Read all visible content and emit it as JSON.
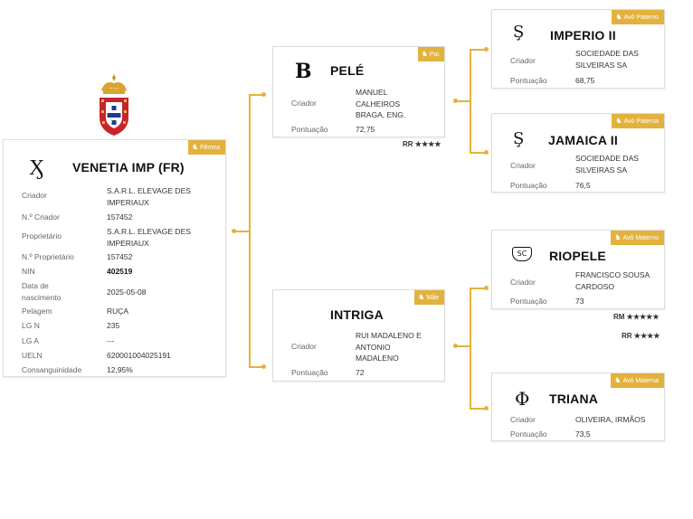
{
  "tags": {
    "main": "Fêmea",
    "sire": "Pai",
    "dam": "Mãe",
    "paternal_grandsire": "Avô Paterno",
    "paternal_grandmother": "Avó Paterna",
    "maternal_grandsire": "Avô Materno",
    "maternal_grandmother": "Avó Materna"
  },
  "main": {
    "name": "VENETIA IMP (FR)",
    "brand": "Ӽ",
    "fields": [
      {
        "label": "Criador",
        "value": "S.A.R.L. ELEVAGE DES IMPERIAUX"
      },
      {
        "label": "N.º Criador",
        "value": "157452"
      },
      {
        "label": "Proprietário",
        "value": "S.A.R.L. ELEVAGE DES IMPERIAUX"
      },
      {
        "label": "N.º Proprietário",
        "value": "157452"
      },
      {
        "label": "NIN",
        "value": "402519"
      },
      {
        "label": "Data de nascimento",
        "value": "2025-05-08"
      },
      {
        "label": "Pelagem",
        "value": "RUÇA"
      },
      {
        "label": "LG N",
        "value": "235"
      },
      {
        "label": "LG A",
        "value": "---"
      },
      {
        "label": "UELN",
        "value": "620001004025191"
      },
      {
        "label": "Consanguinidade",
        "value": "12,95%"
      }
    ]
  },
  "sire": {
    "name": "PELÉ",
    "brand": "B",
    "breeder_label": "Criador",
    "breeder": "MANUEL CALHEIROS BRAGA, ENG.",
    "score_label": "Pontuação",
    "score": "72,75",
    "rating": "RR ★★★★"
  },
  "dam": {
    "name": "INTRIGA",
    "breeder_label": "Criador",
    "breeder": "RUI MADALENO E ANTONIO MADALENO",
    "score_label": "Pontuação",
    "score": "72"
  },
  "pgs": {
    "name": "IMPERIO II",
    "brand": "Ş",
    "breeder_label": "Criador",
    "breeder": "SOCIEDADE DAS SILVEIRAS SA",
    "score_label": "Pontuação",
    "score": "68,75"
  },
  "pgd": {
    "name": "JAMAICA II",
    "brand": "Ş",
    "breeder_label": "Criador",
    "breeder": "SOCIEDADE DAS SILVEIRAS SA",
    "score_label": "Pontuação",
    "score": "76,5"
  },
  "mgs": {
    "name": "RIOPELE",
    "brand": "SC",
    "breeder_label": "Criador",
    "breeder": "FRANCISCO SOUSA CARDOSO",
    "score_label": "Pontuação",
    "score": "73",
    "rating": "RM ★★★★★"
  },
  "dam_rating": "RR ★★★★",
  "mgd": {
    "name": "TRIANA",
    "brand": "Φ",
    "breeder_label": "Criador",
    "breeder": "OLIVEIRA, IRMÃOS",
    "score_label": "Pontuação",
    "score": "73,5"
  },
  "colors": {
    "accent": "#e3b23c",
    "border": "#dcdcdc",
    "label": "#666666"
  }
}
